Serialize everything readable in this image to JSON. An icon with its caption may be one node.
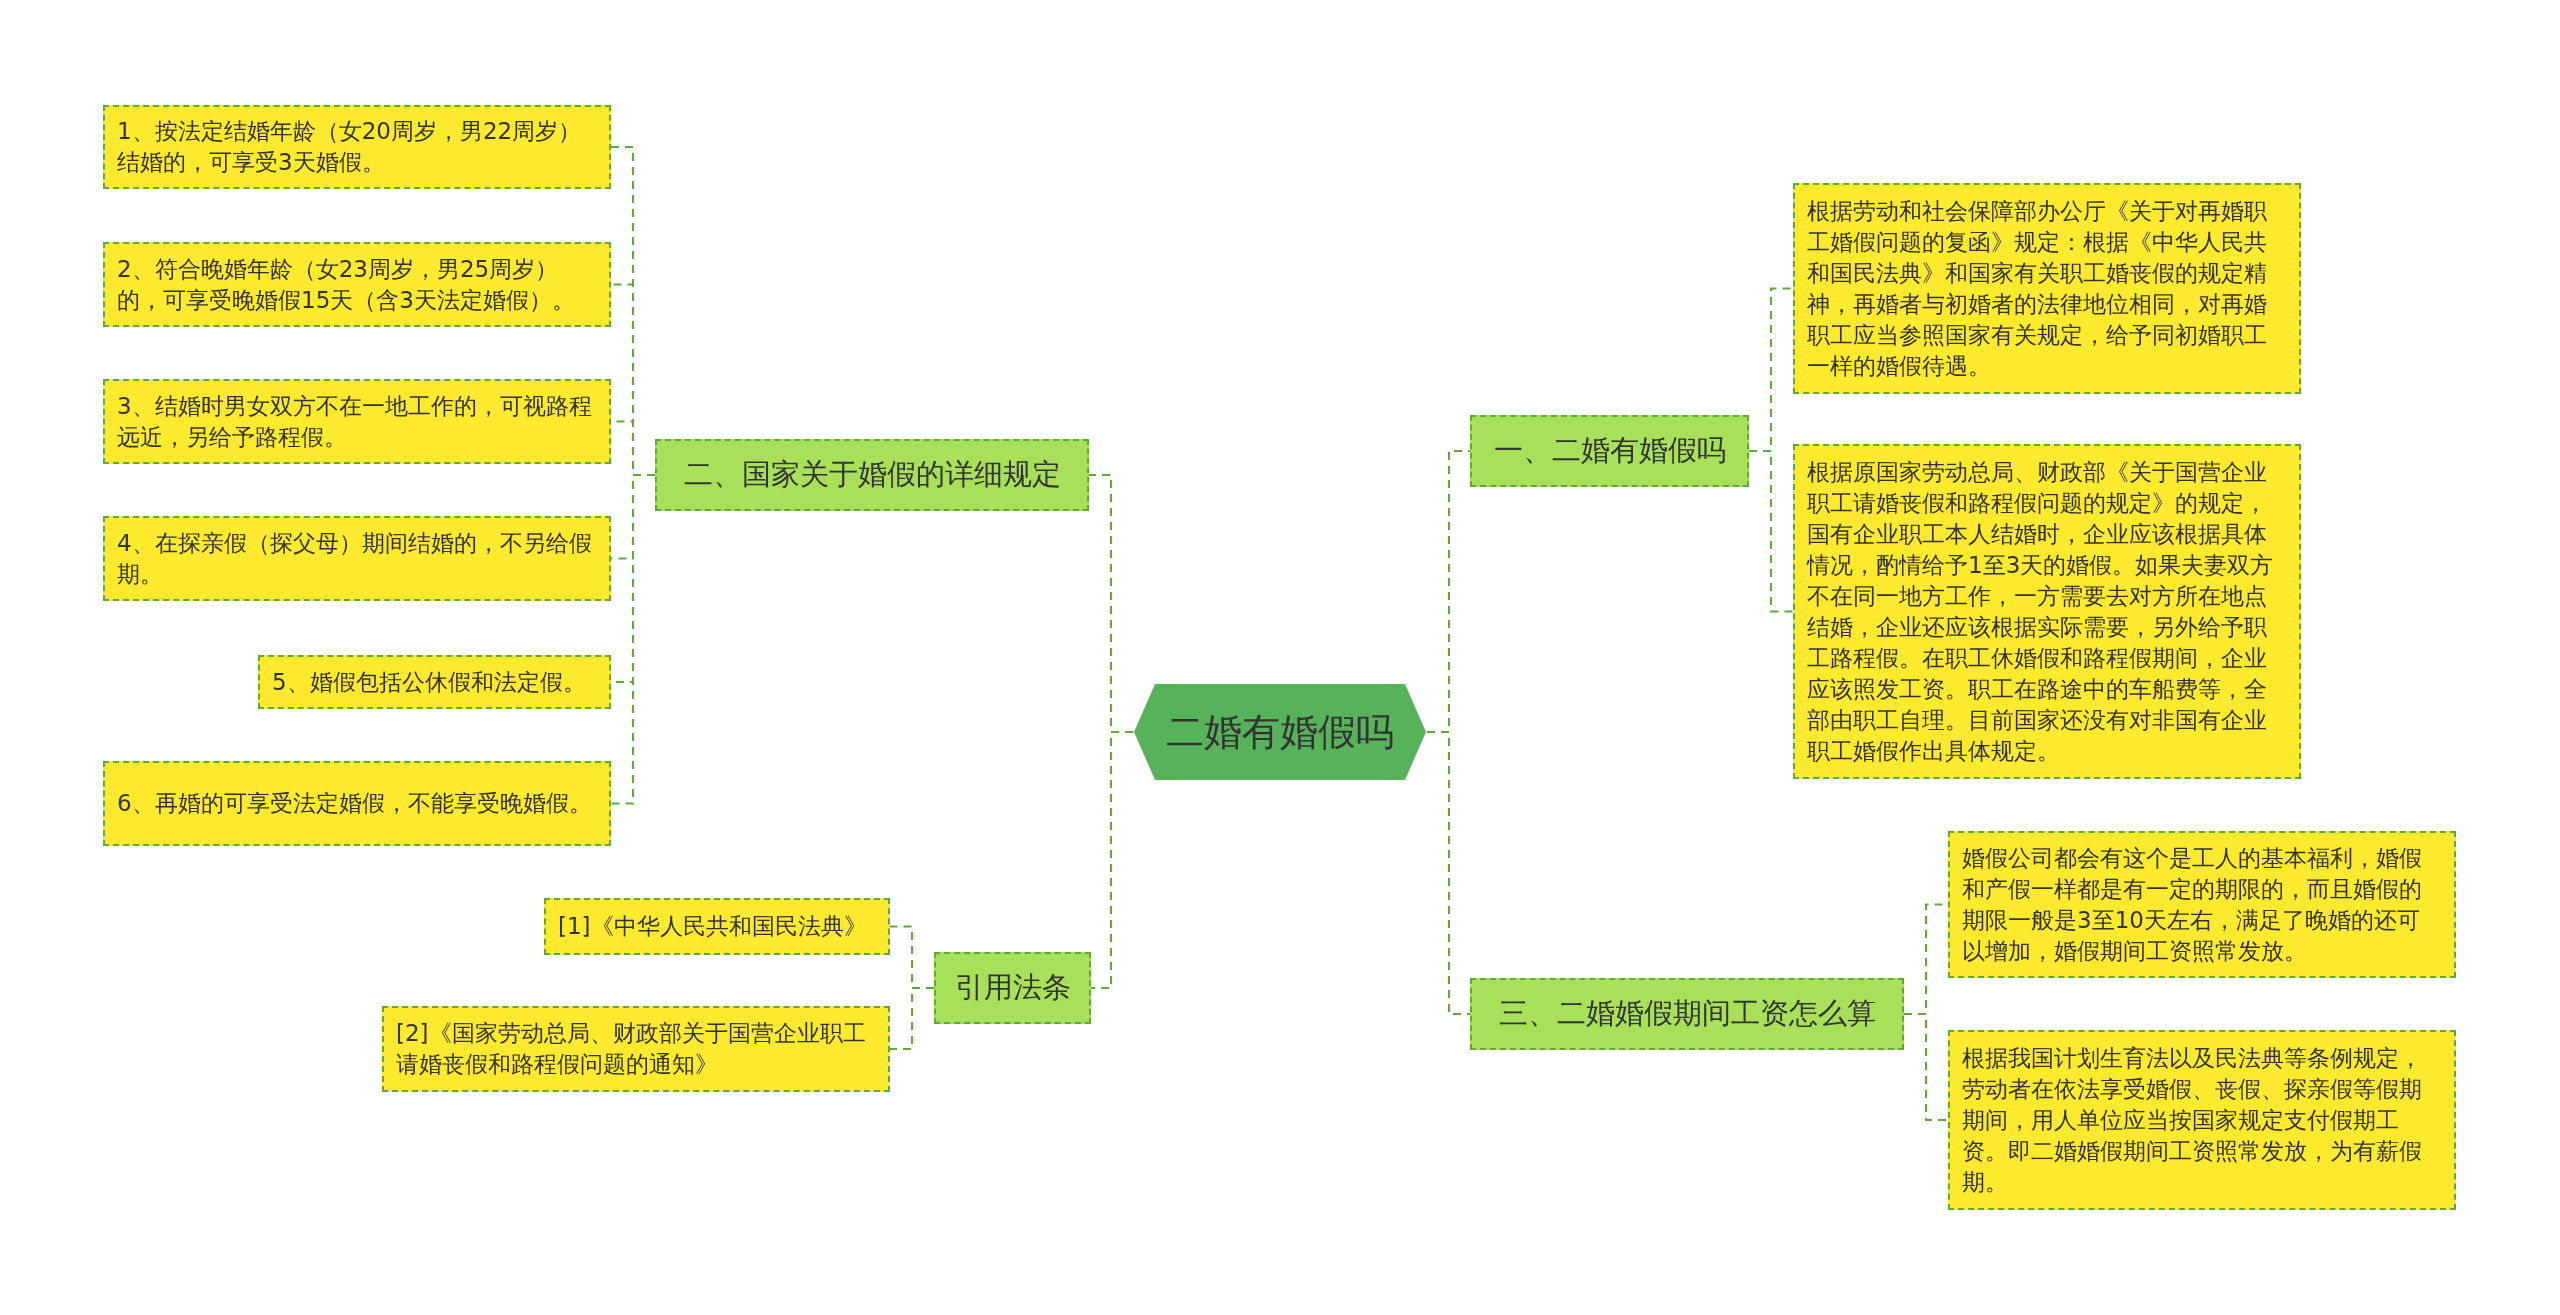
{
  "diagram": {
    "nodes": [
      {
        "text": [
          "二婚有婚假吗"
        ]
      },
      {
        "text": [
          "二、国家关于婚假的详细规定"
        ]
      },
      {
        "text": [
          "1、按法定结婚年龄（女20周岁，男22周岁）结婚的，可享受3天婚假。"
        ]
      },
      {
        "text": [
          "2、符合晚婚年龄（女23周岁，男25周岁）的，可享受晚婚假15天（含3天法定婚假）。"
        ]
      },
      {
        "text": [
          "3、结婚时男女双方不在一地工作的，可视路程远近，另给予路程假。"
        ]
      },
      {
        "text": [
          "4、在探亲假（探父母）期间结婚的，不另给假期。"
        ]
      },
      {
        "text": [
          "5、婚假包括公休假和法定假。"
        ]
      },
      {
        "text": [
          "6、再婚的可享受法定婚假，不能享受晚婚假。"
        ]
      },
      {
        "text": [
          "引用法条"
        ]
      },
      {
        "text": [
          "[1]《中华人民共和国民法典》"
        ]
      },
      {
        "text": [
          "[2]《国家劳动总局、财政部关于国营企业职工请婚丧假和路程假问题的通知》"
        ]
      },
      {
        "text": [
          "一、二婚有婚假吗"
        ]
      },
      {
        "text": [
          "根据劳动和社会保障部办公厅《关于对再婚职工婚假问题的复函》规定：根据《中华人民共和国民法典》和国家有关职工婚丧假的规定精神，再婚者与初婚者的法律地位相同，对再婚职工应当参照国家有关规定，给予同初婚职工一样的婚假待遇。"
        ]
      },
      {
        "text": [
          "根据原国家劳动总局、财政部《关于国营企业职工请婚丧假和路程假问题的规定》的规定，国有企业职工本人结婚时，企业应该根据具体情况，酌情给予1至3天的婚假。如果夫妻双方不在同一地方工作，一方需要去对方所在地点结婚，企业还应该根据实际需要，另外给予职工路程假。在职工休婚假和路程假期间，企业应该照发工资。职工在路途中的车船费等，全部由职工自理。目前国家还没有对非国有企业职工婚假作出具体规定。"
        ]
      },
      {
        "text": [
          "三、二婚婚假期间工资怎么算"
        ]
      },
      {
        "text": [
          "婚假公司都会有这个是工人的基本福利，婚假和产假一样都是有一定的期限的，而且婚假的期限一般是3至10天左右，满足了晚婚的还可以增加，婚假期间工资照常发放。"
        ]
      },
      {
        "text": [
          "根据我国计划生育法以及民法典等条例规定，劳动者在依法享受婚假、丧假、探亲假等假期期间，用人单位应当按国家规定支付假期工资。即二婚婚假期间工资照常发放，为有薪假期。"
        ]
      }
    ],
    "edges": [
      {
        "from": 0,
        "to": 1,
        "arrow": "none",
        "style": "dashed"
      },
      {
        "from": 1,
        "to": 2,
        "arrow": "none",
        "style": "dashed"
      },
      {
        "from": 1,
        "to": 3,
        "arrow": "none",
        "style": "dashed"
      },
      {
        "from": 1,
        "to": 4,
        "arrow": "none",
        "style": "dashed"
      },
      {
        "from": 1,
        "to": 5,
        "arrow": "none",
        "style": "dashed"
      },
      {
        "from": 1,
        "to": 6,
        "arrow": "none",
        "style": "dashed"
      },
      {
        "from": 1,
        "to": 7,
        "arrow": "none",
        "style": "dashed"
      },
      {
        "from": 0,
        "to": 8,
        "arrow": "none",
        "style": "dashed"
      },
      {
        "from": 8,
        "to": 9,
        "arrow": "none",
        "style": "dashed"
      },
      {
        "from": 8,
        "to": 10,
        "arrow": "none",
        "style": "dashed"
      },
      {
        "from": 0,
        "to": 11,
        "arrow": "none",
        "style": "dashed"
      },
      {
        "from": 11,
        "to": 12,
        "arrow": "none",
        "style": "dashed"
      },
      {
        "from": 11,
        "to": 13,
        "arrow": "none",
        "style": "dashed"
      },
      {
        "from": 0,
        "to": 14,
        "arrow": "none",
        "style": "dashed"
      },
      {
        "from": 14,
        "to": 15,
        "arrow": "none",
        "style": "dashed"
      },
      {
        "from": 14,
        "to": 16,
        "arrow": "none",
        "style": "dashed"
      }
    ]
  }
}
